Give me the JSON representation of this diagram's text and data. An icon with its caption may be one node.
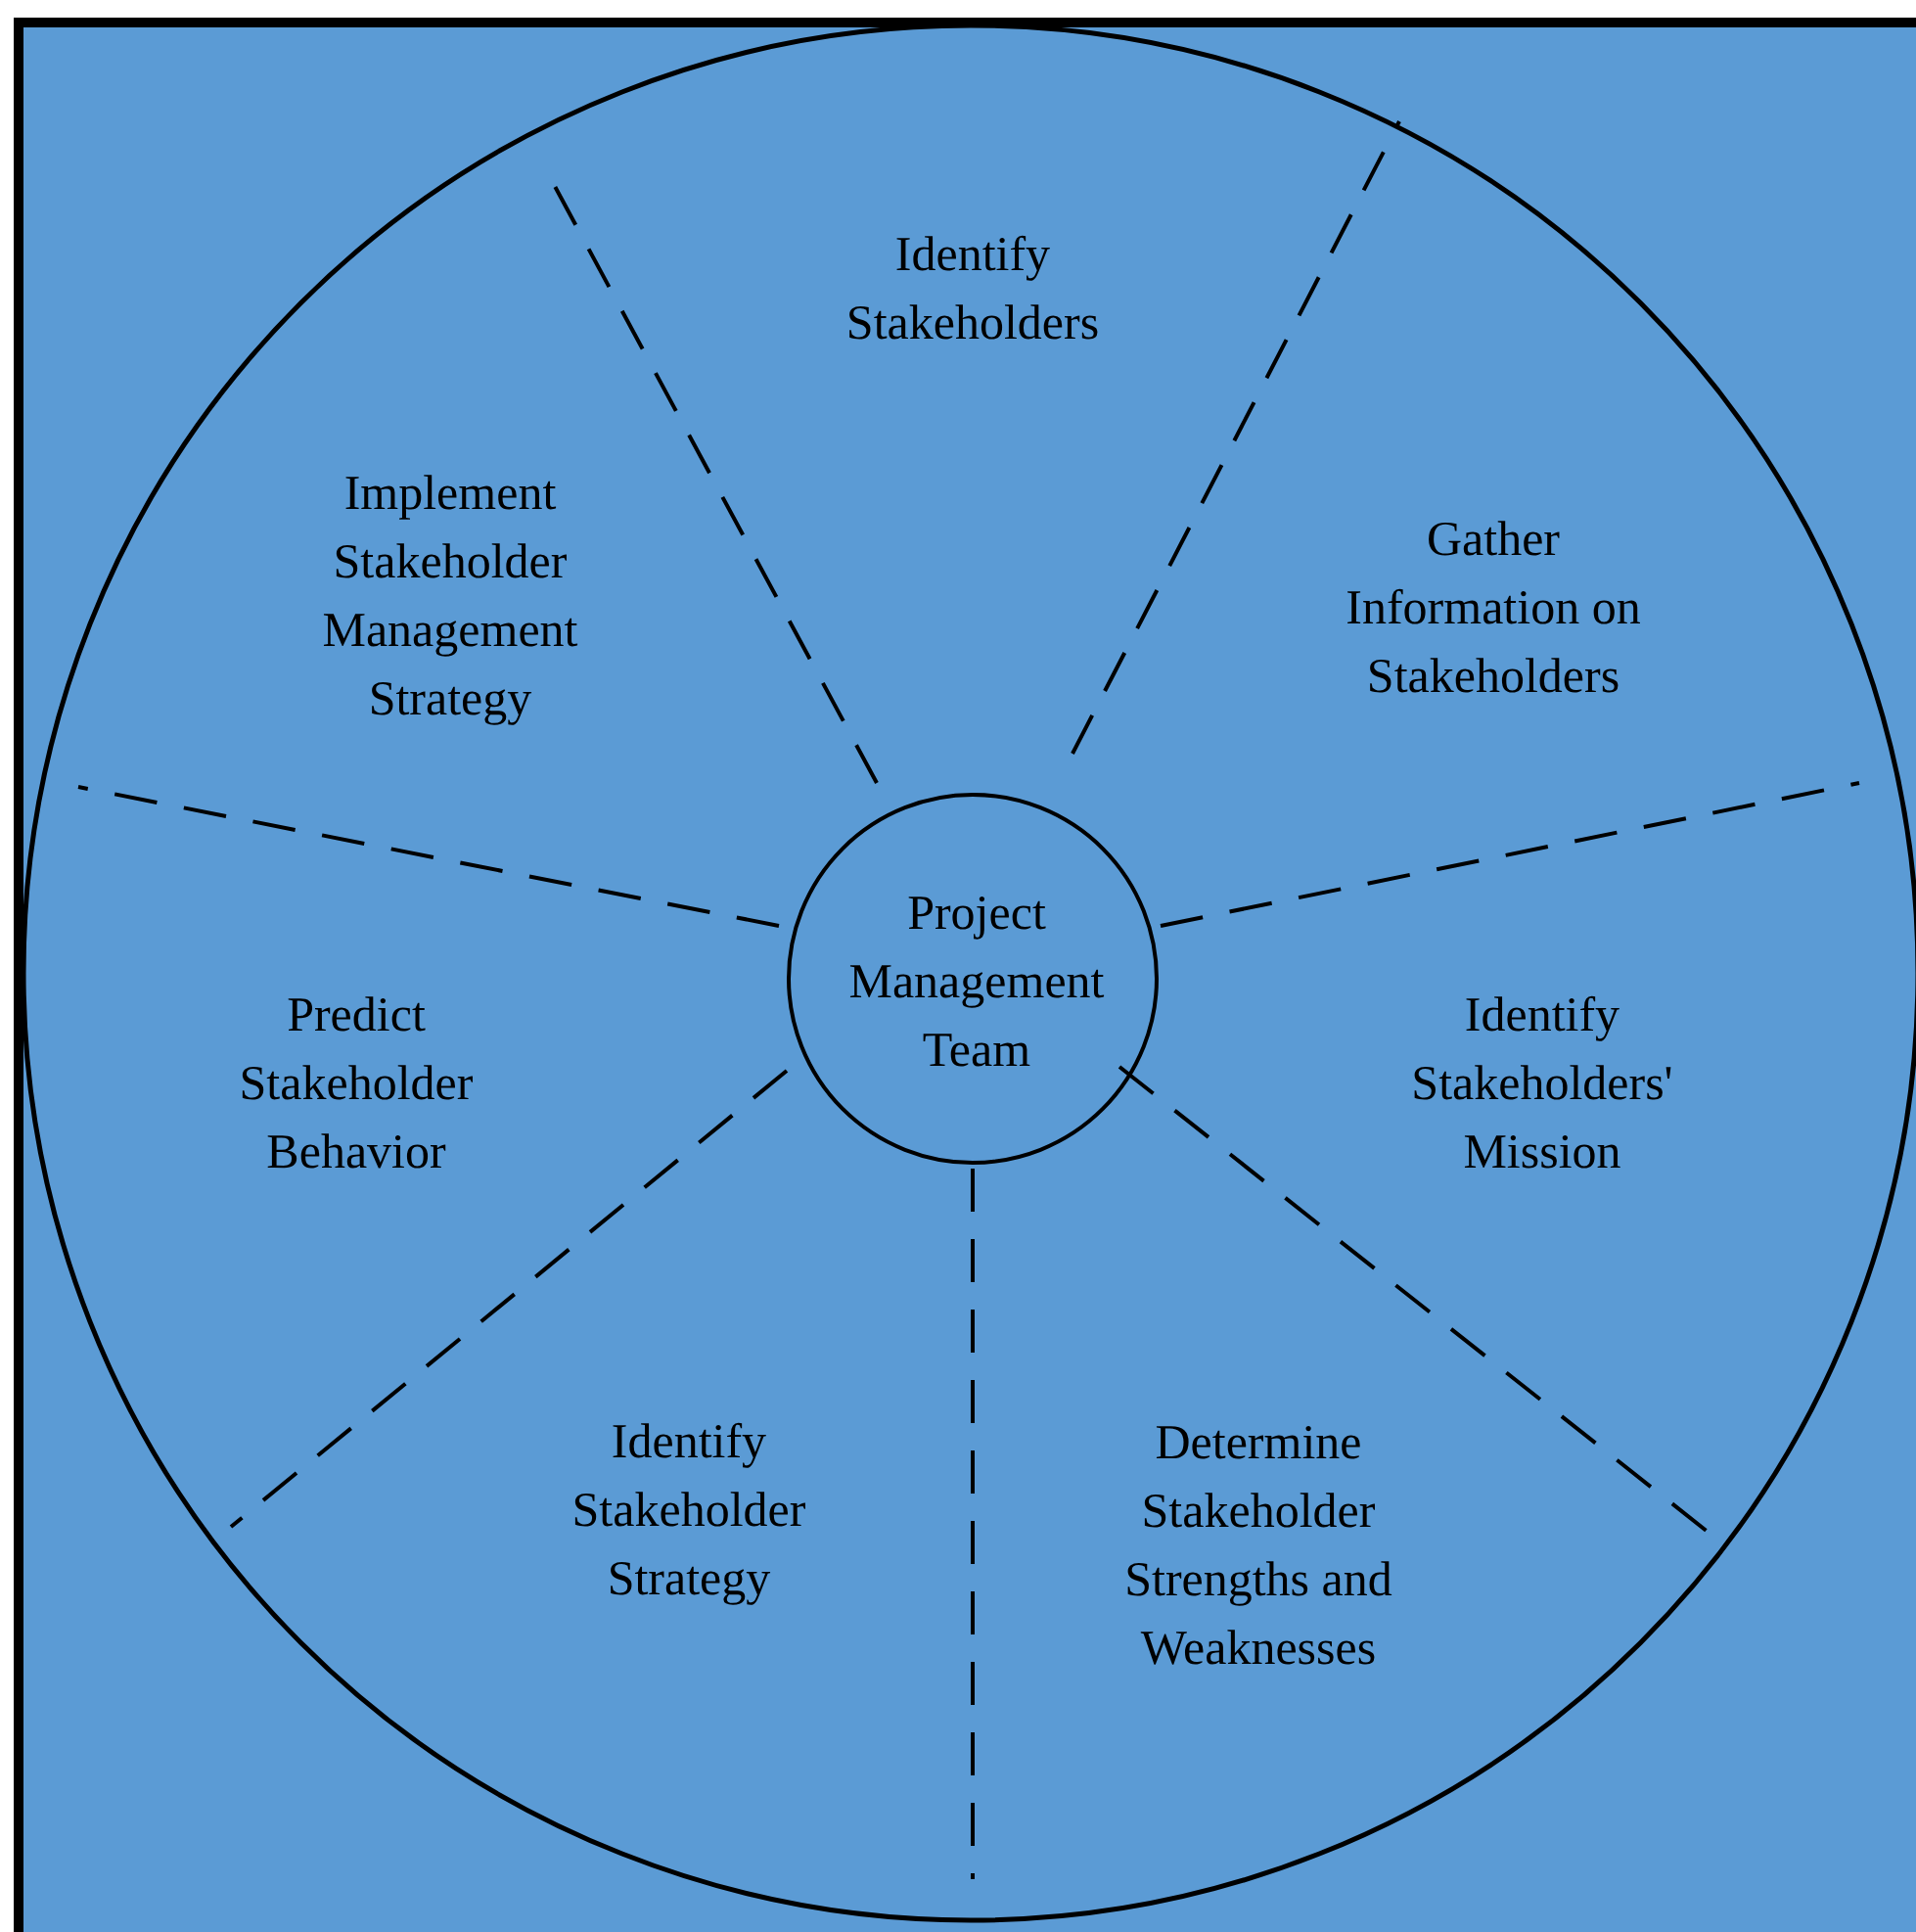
{
  "diagram": {
    "nodes": [
      {
        "text": [
          "Project Management Team"
        ]
      }
    ],
    "edges": [],
    "labels": [
      "Identify Stakeholders",
      "Implement Stakeholder Management Strategy",
      "Gather Information on Stakeholders",
      "Predict Stakeholder Behavior",
      "Identify Stakeholders' Mission",
      "Identify Stakeholder Strategy",
      "Determine Stakeholder Strengths and Weaknesses"
    ]
  }
}
